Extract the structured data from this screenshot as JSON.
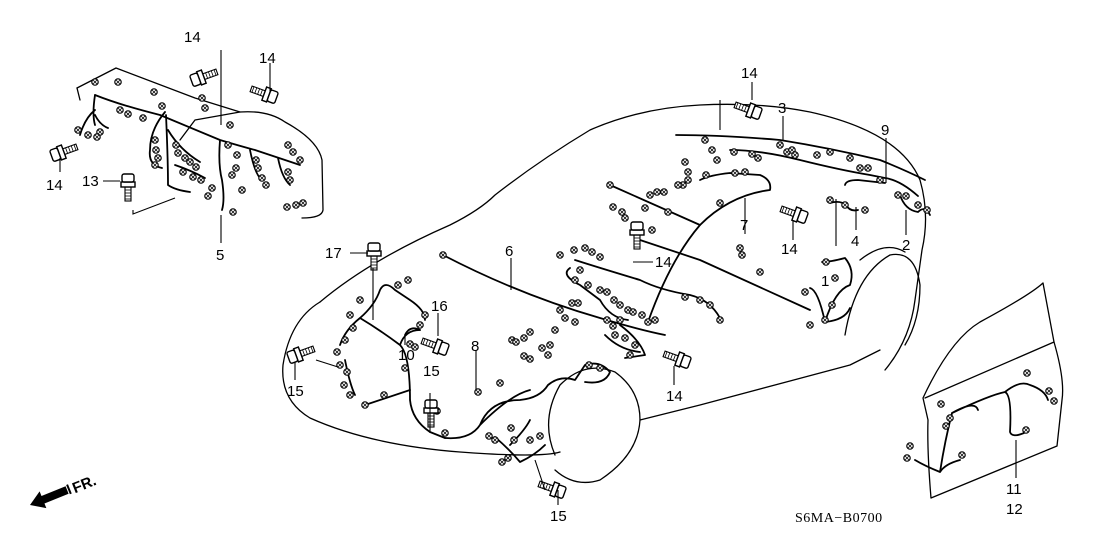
{
  "diagram": {
    "title": "Wire Harness",
    "diagram_code": "S6MA−B0700",
    "front_indicator": "FR.",
    "colors": {
      "line": "#000000",
      "background": "#ffffff"
    }
  },
  "callouts": [
    {
      "id": "c1",
      "label": "1",
      "part": "harness"
    },
    {
      "id": "c2",
      "label": "2",
      "part": "harness"
    },
    {
      "id": "c3",
      "label": "3",
      "part": "harness"
    },
    {
      "id": "c4",
      "label": "4",
      "part": "harness"
    },
    {
      "id": "c5",
      "label": "5",
      "part": "dashboard-harness"
    },
    {
      "id": "c6",
      "label": "6",
      "part": "harness"
    },
    {
      "id": "c7",
      "label": "7",
      "part": "harness"
    },
    {
      "id": "c8",
      "label": "8",
      "part": "engine-room-harness"
    },
    {
      "id": "c9",
      "label": "9",
      "part": "harness"
    },
    {
      "id": "c10",
      "label": "10",
      "part": "sub-harness"
    },
    {
      "id": "c11",
      "label": "11",
      "part": "door-harness"
    },
    {
      "id": "c12",
      "label": "12",
      "part": "door-harness"
    },
    {
      "id": "c13",
      "label": "13",
      "part": "screw"
    },
    {
      "id": "c14a",
      "label": "14",
      "part": "bolt"
    },
    {
      "id": "c14b",
      "label": "14",
      "part": "bolt"
    },
    {
      "id": "c14c",
      "label": "14",
      "part": "bolt"
    },
    {
      "id": "c14d",
      "label": "14",
      "part": "bolt"
    },
    {
      "id": "c14e",
      "label": "14",
      "part": "bolt"
    },
    {
      "id": "c14f",
      "label": "14",
      "part": "bolt"
    },
    {
      "id": "c14g",
      "label": "14",
      "part": "bolt"
    },
    {
      "id": "c15a",
      "label": "15",
      "part": "bolt"
    },
    {
      "id": "c15b",
      "label": "15",
      "part": "bolt"
    },
    {
      "id": "c15c",
      "label": "15",
      "part": "bolt"
    },
    {
      "id": "c16",
      "label": "16",
      "part": "bolt"
    },
    {
      "id": "c17",
      "label": "17",
      "part": "bolt"
    }
  ]
}
